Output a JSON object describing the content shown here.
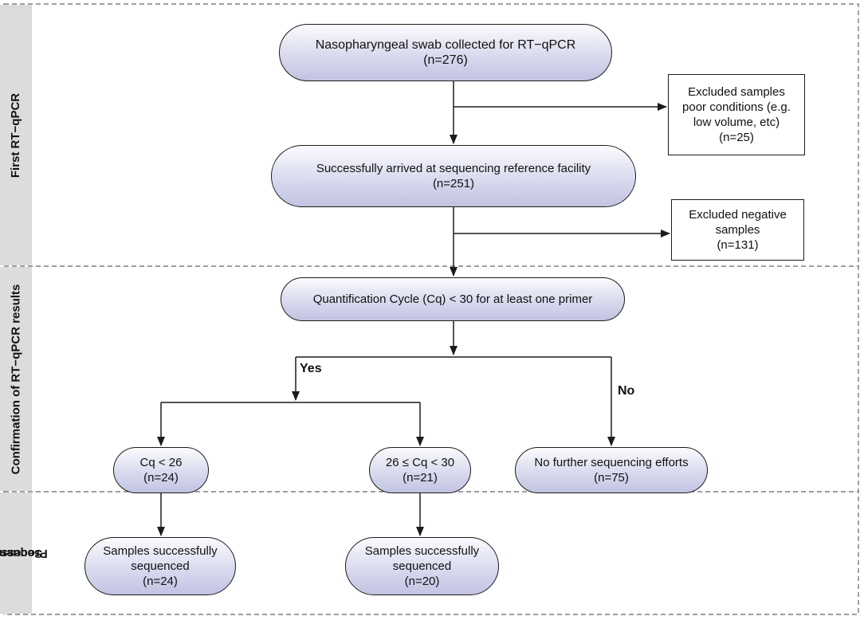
{
  "lanes": [
    {
      "id": "first",
      "label": "First RT−qPCR"
    },
    {
      "id": "confirm",
      "label": "Confirmation of RT−qPCR results"
    },
    {
      "id": "seq",
      "label_line1": "Sequencing",
      "label_line2": "Process"
    }
  ],
  "nodes": {
    "swab": {
      "line1": "Nasopharyngeal swab collected for RT−qPCR",
      "line2": "(n=276)"
    },
    "excluded_poor": {
      "line1": "Excluded samples",
      "line2": "poor conditions (e.g.",
      "line3": "low volume, etc)",
      "line4": "(n=25)"
    },
    "arrived": {
      "line1": "Successfully arrived at sequencing reference facility",
      "line2": "(n=251)"
    },
    "excluded_negative": {
      "line1": "Excluded negative",
      "line2": "samples",
      "line3": "(n=131)"
    },
    "cq_check": {
      "line1": "Quantification Cycle (Cq) < 30 for at least one primer"
    },
    "cq_lt_26": {
      "line1": "Cq < 26",
      "line2": "(n=24)"
    },
    "cq_26_30": {
      "line1": "26 ≤ Cq < 30",
      "line2": "(n=21)"
    },
    "no_further": {
      "line1": "No further sequencing efforts",
      "line2": "(n=75)"
    },
    "seq_a": {
      "line1": "Samples successfully",
      "line2": "sequenced",
      "line3": "(n=24)"
    },
    "seq_b": {
      "line1": "Samples successfully",
      "line2": "sequenced",
      "line3": "(n=20)"
    }
  },
  "branch_labels": {
    "yes": "Yes",
    "no": "No"
  }
}
